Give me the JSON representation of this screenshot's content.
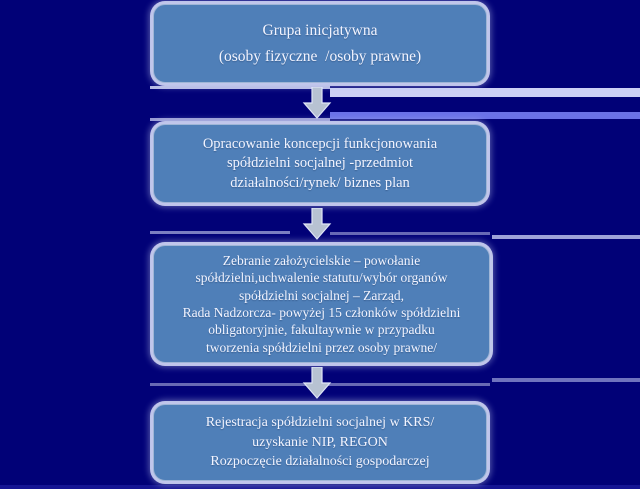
{
  "slide": {
    "background_color": "#010177",
    "node_fill_color": "#4f7fb8",
    "node_glow_color": "#d6dcf8",
    "text_color": "#f2f4ff",
    "arrow_color": "#b9c4d4"
  },
  "flowchart": {
    "type": "vertical-flowchart",
    "orientation": "top-to-bottom",
    "steps": [
      {
        "id": "step-1",
        "lines": [
          "Grupa inicjatywna",
          "(osoby fizyczne  /osoby prawne)"
        ]
      },
      {
        "id": "step-2",
        "lines": [
          "Opracowanie koncepcji funkcjonowania",
          "spółdzielni socjalnej -przedmiot",
          "działalności/rynek/ biznes plan"
        ]
      },
      {
        "id": "step-3",
        "lines": [
          "Zebranie założycielskie – powołanie",
          "spółdzielni,uchwalenie statutu/wybór organów",
          "spółdzielni socjalnej – Zarząd,",
          "Rada Nadzorcza- powyżej 15 członków spółdzielni",
          "obligatoryjnie, fakultaywnie w przypadku",
          "tworzenia spółdzielni przez osoby prawne/"
        ]
      },
      {
        "id": "step-4",
        "lines": [
          "Rejestracja spółdzielni socjalnej w KRS/",
          "uzyskanie NIP, REGON",
          "Rozpoczęcie działalności gospodarczej"
        ]
      }
    ],
    "connectors": [
      {
        "id": "connector-1",
        "icon": "down-arrow-icon",
        "from": "step-1",
        "to": "step-2"
      },
      {
        "id": "connector-2",
        "icon": "down-arrow-icon",
        "from": "step-2",
        "to": "step-3"
      },
      {
        "id": "connector-3",
        "icon": "down-arrow-icon",
        "from": "step-3",
        "to": "step-4"
      }
    ]
  }
}
